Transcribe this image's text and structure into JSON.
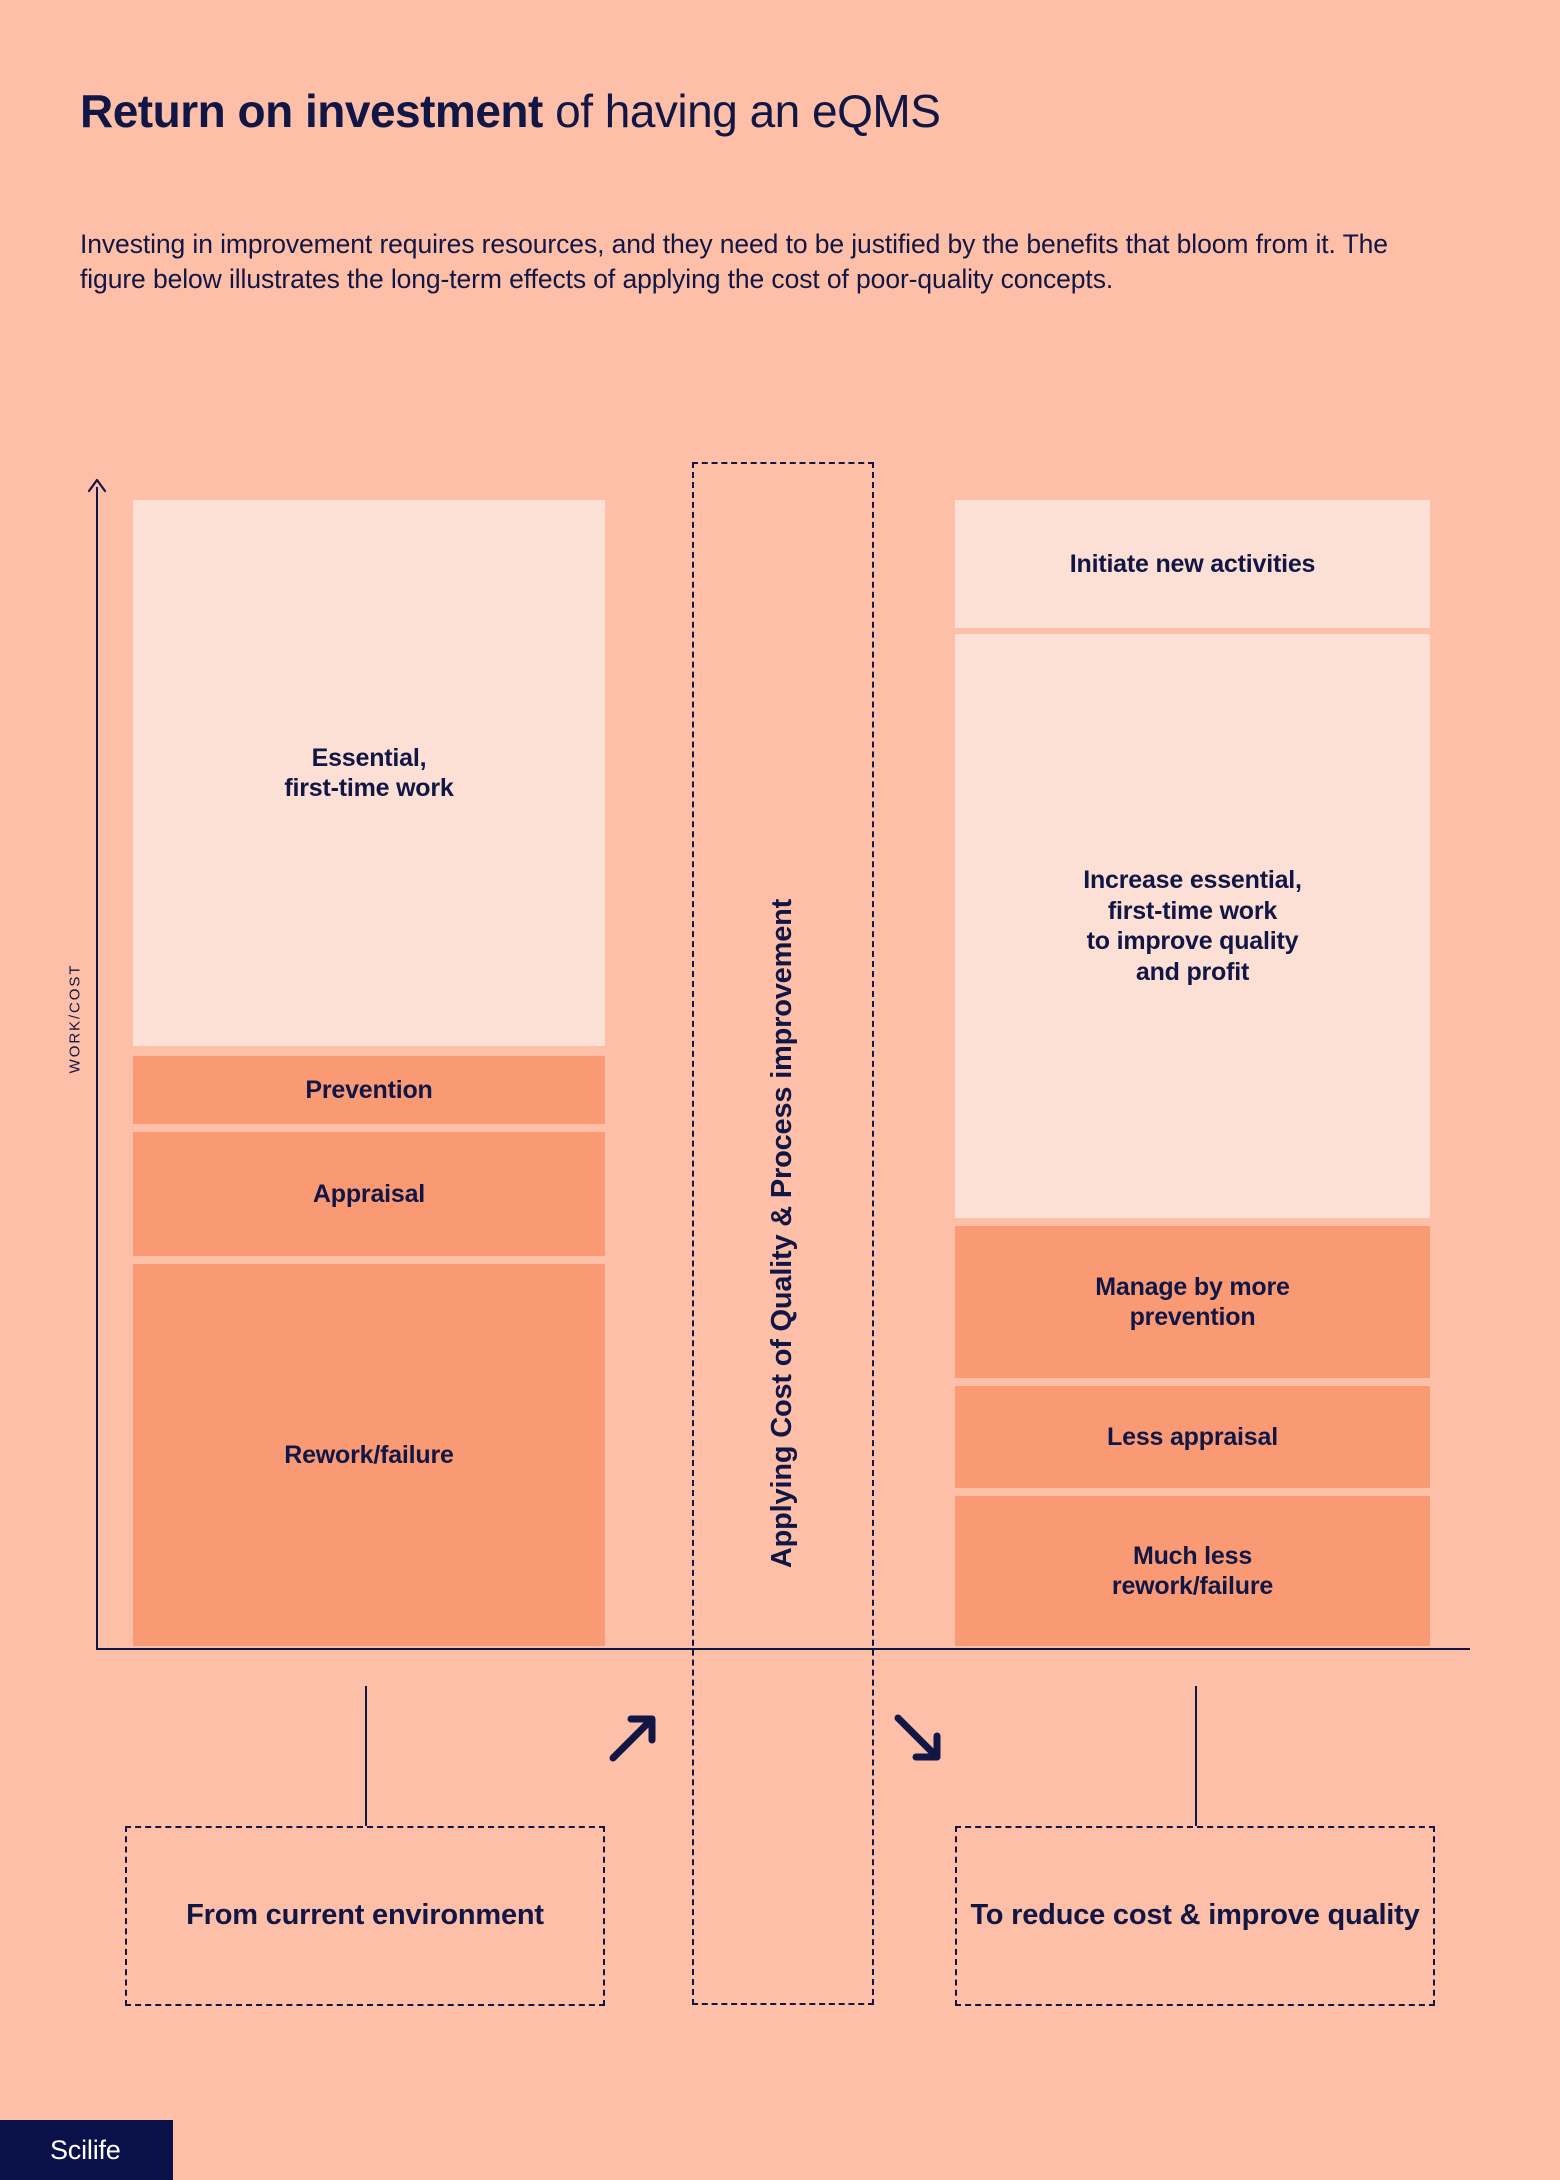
{
  "header": {
    "title_strong": "Return on investment",
    "title_light": " of having an eQMS",
    "paragraph": "Investing in improvement requires resources, and they need to be justified by the benefits that bloom from it. The figure below illustrates the long-term effects of applying the cost of poor-quality concepts."
  },
  "axes": {
    "y_label": "WORK/COST",
    "y_arrow_icon": "arrow-up-icon"
  },
  "middle": {
    "label": "Applying Cost of Quality & Process improvement"
  },
  "callouts": {
    "left": "From current environment",
    "right": "To reduce cost & improve quality",
    "arrow_left_icon": "arrow-up-right-icon",
    "arrow_right_icon": "arrow-down-right-icon"
  },
  "brand": {
    "name": "Scilife",
    "bg_color": "#0A1049",
    "text_color": "#FFFFFF"
  },
  "colors": {
    "background": "#FDBFA8",
    "ink": "#111645",
    "light_block": "#FCE0D5",
    "orange_block": "#FA9A75"
  },
  "chart_data": {
    "type": "bar",
    "title": "Return on investment of having an eQMS",
    "xlabel": "",
    "ylabel": "WORK/COST",
    "grid": false,
    "legend": "none",
    "categories": [
      "From current environment",
      "To reduce cost & improve quality"
    ],
    "bars": [
      {
        "category": "From current environment",
        "segments": [
          {
            "label": "Essential,\nfirst-time work",
            "label_line1": "Essential,",
            "label_line2": "first-time work",
            "value": 546,
            "color": "#FCE0D5",
            "share_pct": 47.6
          },
          {
            "label": "Prevention",
            "label_line1": "Prevention",
            "label_line2": "",
            "value": 68,
            "color": "#FA9A75",
            "share_pct": 5.9
          },
          {
            "label": "Appraisal",
            "label_line1": "Appraisal",
            "label_line2": "",
            "value": 124,
            "color": "#FA9A75",
            "share_pct": 10.8
          },
          {
            "label": "Rework/failure",
            "label_line1": "Rework/failure",
            "label_line2": "",
            "value": 382,
            "color": "#FA9A75",
            "share_pct": 33.3
          }
        ],
        "total": 1146
      },
      {
        "category": "To reduce cost & improve quality",
        "segments": [
          {
            "label": "Initiate new activities",
            "label_line1": "Initiate new activities",
            "label_line2": "",
            "value": 128,
            "color": "#FCE0D5",
            "share_pct": 11.2
          },
          {
            "label": "Increase essential, first-time work to improve quality and profit",
            "label_line1": "Increase essential,",
            "label_line2": "first-time work",
            "label_line3": "to improve quality",
            "label_line4": "and profit",
            "value": 584,
            "color": "#FCE0D5",
            "share_pct": 50.9
          },
          {
            "label": "Manage by more prevention",
            "label_line1": "Manage by more",
            "label_line2": "prevention",
            "value": 152,
            "color": "#FA9A75",
            "share_pct": 13.3
          },
          {
            "label": "Less appraisal",
            "label_line1": "Less appraisal",
            "label_line2": "",
            "value": 102,
            "color": "#FA9A75",
            "share_pct": 8.9
          },
          {
            "label": "Much less rework/failure",
            "label_line1": "Much less",
            "label_line2": "rework/failure",
            "value": 150,
            "color": "#FA9A75",
            "share_pct": 13.1
          }
        ],
        "total": 1116
      }
    ],
    "annotation": "Applying Cost of Quality & Process improvement"
  }
}
